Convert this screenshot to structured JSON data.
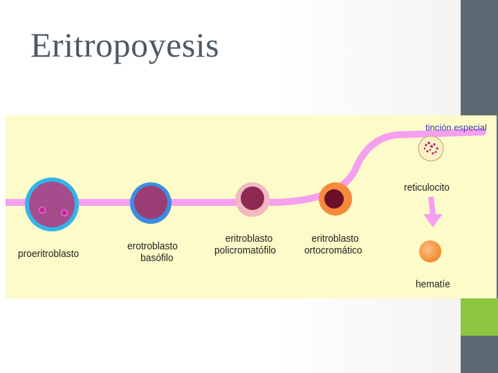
{
  "slide": {
    "title": "Eritropoyesis",
    "colors": {
      "side_bar": "#5d6a73",
      "side_accent": "#8dc63f",
      "diagram_bg": "#fdfbc9",
      "path": "#f59ff0"
    }
  },
  "diagram": {
    "stages": [
      {
        "id": "proeritroblasto",
        "label_lines": [
          "proeritroblasto"
        ],
        "icon": "proerythroblast-cell"
      },
      {
        "id": "erotroblasto-basofilo",
        "label_lines": [
          "erotroblasto",
          "basófilo"
        ],
        "icon": "basophilic-erythroblast-cell"
      },
      {
        "id": "eritroblasto-policromatofilo",
        "label_lines": [
          "eritroblasto",
          "policromatófilo"
        ],
        "icon": "polychromatic-erythroblast-cell"
      },
      {
        "id": "eritroblasto-ortocromatico",
        "label_lines": [
          "eritroblasto",
          "ortocromático"
        ],
        "icon": "orthochromatic-erythroblast-cell"
      },
      {
        "id": "reticulocito",
        "label_lines": [
          "reticulocito"
        ],
        "icon": "reticulocyte-cell"
      },
      {
        "id": "hematie",
        "label_lines": [
          "hematíe"
        ],
        "icon": "red-blood-cell"
      }
    ],
    "special_stain_label": "tinción especial"
  }
}
